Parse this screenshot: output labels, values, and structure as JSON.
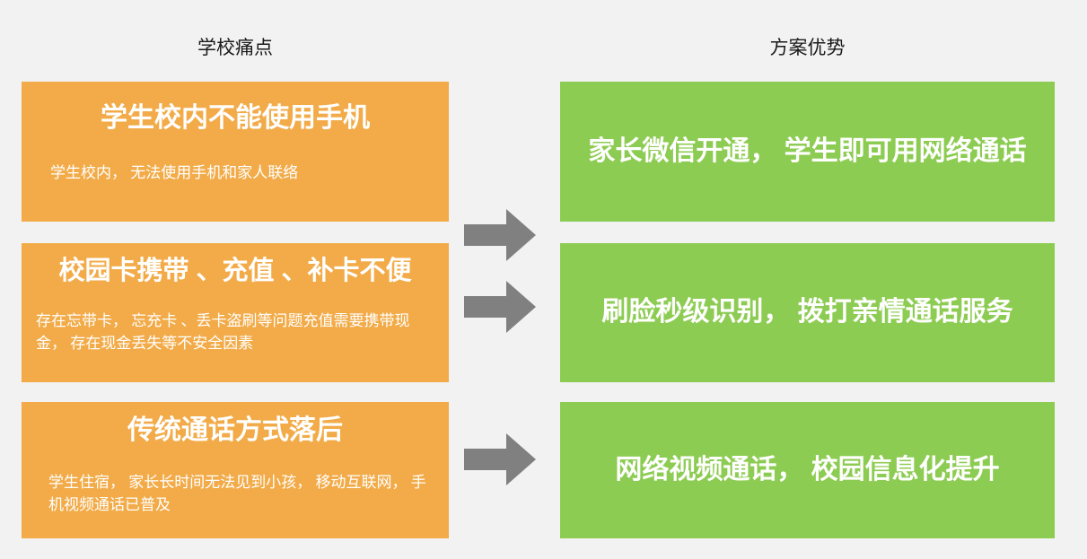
{
  "headers": {
    "left": "学校痛点",
    "right": "方案优势"
  },
  "colors": {
    "background": "#f2f2f2",
    "pain_card": "#f2ab48",
    "solution_card": "#8dcc52",
    "arrow": "#808080",
    "card_text": "#ffffff",
    "header_text": "#1a1a1a"
  },
  "rows": [
    {
      "pain_title": "学生校内不能使用手机",
      "pain_desc": "学生校内，  无法使用手机和家人联络",
      "arrow_icon": "arrow-right-icon",
      "solution": "家长微信开通，  学生即可用网络通话"
    },
    {
      "pain_title": "校园卡携带 、充值 、补卡不便",
      "pain_desc": "存在忘带卡，  忘充卡 、丢卡盗刷等问题充值需要携带现金，  存在现金丢失等不安全因素",
      "arrow_icon": "arrow-right-icon",
      "solution": "刷脸秒级识别，  拨打亲情通话服务"
    },
    {
      "pain_title": "传统通话方式落后",
      "pain_desc": "学生住宿，  家长长时间无法见到小孩，  移动互联网，  手机视频通话已普及",
      "arrow_icon": "arrow-right-icon",
      "solution": "网络视频通话，  校园信息化提升"
    }
  ]
}
